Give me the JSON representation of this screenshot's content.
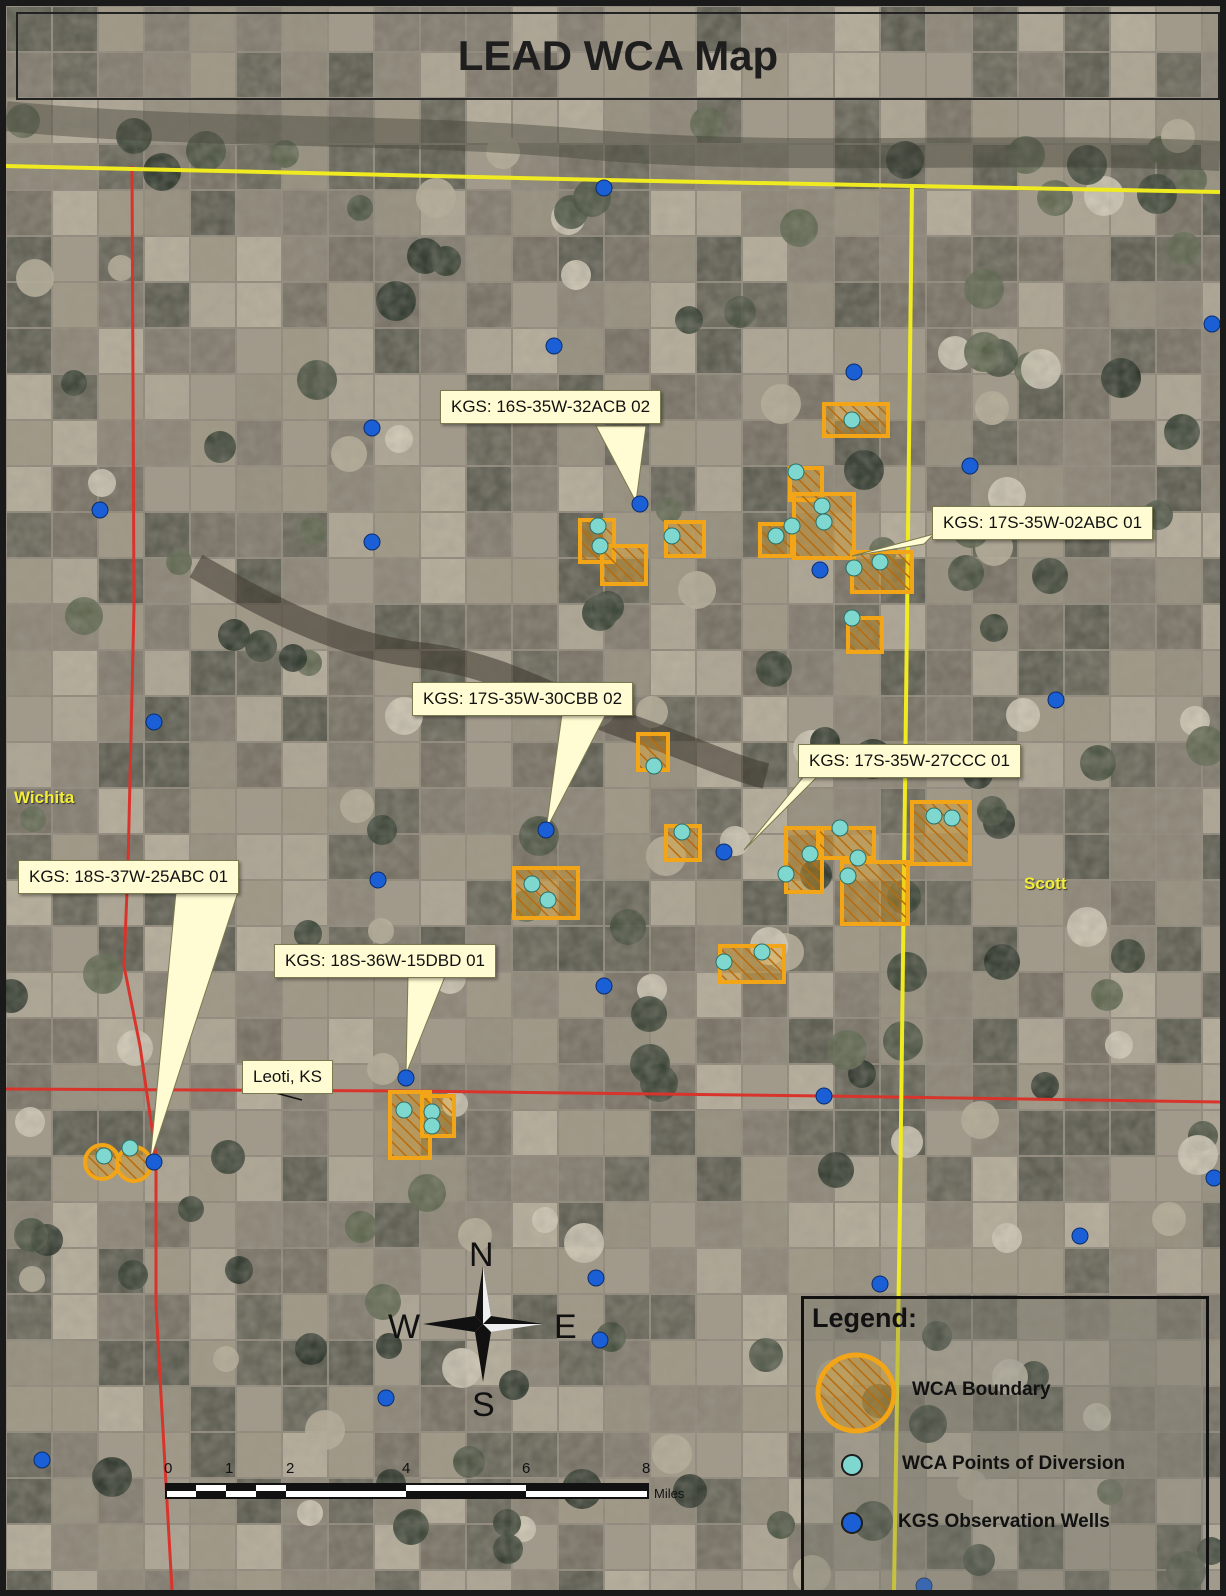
{
  "title": "LEAD WCA Map",
  "counties": {
    "left": "Wichita",
    "right": "Scott"
  },
  "town": "Leoti, KS",
  "callouts": [
    "KGS: 16S-35W-32ACB 02",
    "KGS: 17S-35W-02ABC 01",
    "KGS: 17S-35W-30CBB 02",
    "KGS: 17S-35W-27CCC 01",
    "KGS: 18S-37W-25ABC 01",
    "KGS: 18S-36W-15DBD 01"
  ],
  "legend": {
    "title": "Legend:",
    "items": [
      {
        "label": "WCA Boundary",
        "icon": "hatched-orange-circle-icon",
        "color": "#f2a516"
      },
      {
        "label": "WCA Points of Diversion",
        "icon": "cyan-point-icon",
        "color": "#7fd8cf"
      },
      {
        "label": "KGS Observation Wells",
        "icon": "blue-point-icon",
        "color": "#1b5fd6"
      }
    ]
  },
  "compass": {
    "n": "N",
    "s": "S",
    "e": "E",
    "w": "W"
  },
  "scale_bar": {
    "ticks": [
      "0",
      "1",
      "2",
      "4",
      "6",
      "8"
    ],
    "unit": "Miles"
  },
  "colors": {
    "county_line": "#f0ea21",
    "road": "#d8342c",
    "wca_boundary": "#f2a516",
    "diversion_point": "#7fd8cf",
    "observation_well": "#1b5fd6",
    "callout_fill": "#fffbd2"
  }
}
